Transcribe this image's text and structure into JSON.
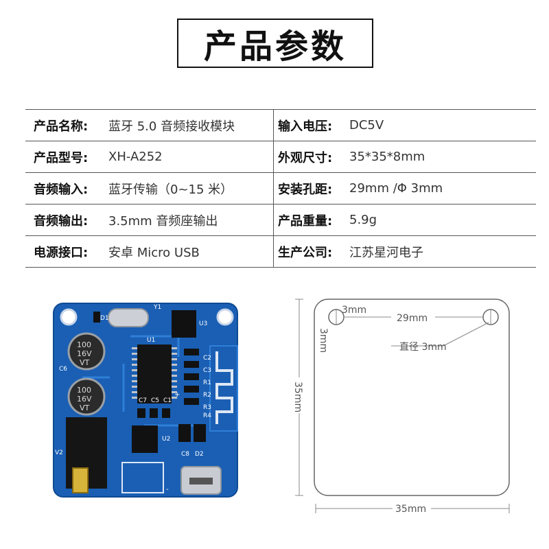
{
  "title": "产品参数",
  "specs": [
    {
      "k1": "产品名称:",
      "v1": "蓝牙 5.0 音频接收模块",
      "k2": "输入电压:",
      "v2": "DC5V"
    },
    {
      "k1": "产品型号:",
      "v1": "XH-A252",
      "k2": "外观尺寸:",
      "v2": "35*35*8mm"
    },
    {
      "k1": "音频输入:",
      "v1": "蓝牙传输（0~15 米）",
      "k2": "安装孔距:",
      "v2": "29mm /Φ 3mm"
    },
    {
      "k1": "音频输出:",
      "v1": "3.5mm 音频座输出",
      "k2": "产品重量:",
      "v2": "5.9g"
    },
    {
      "k1": "电源接口:",
      "v1": "安卓 Micro  USB",
      "k2": "生产公司:",
      "v2": "江苏星河电子"
    }
  ],
  "board": {
    "labels": {
      "cap1": "100",
      "cap1b": "16V",
      "cap1c": "VT",
      "cap2": "100",
      "cap2b": "16V",
      "cap2c": "VT",
      "y1": "Y1",
      "u1": "U1",
      "u2": "U2",
      "u3": "U3",
      "v2": "V2",
      "d2": "D2",
      "c8": "C8",
      "c1": "C1",
      "c2": "C2",
      "c3": "C3",
      "c5": "C5",
      "c6": "C6",
      "c7": "C7",
      "r1": "R1",
      "r2": "R2",
      "r3": "R3",
      "r4": "R4",
      "d1": "D1",
      "plus": "+",
      "minus": "-"
    },
    "colors": {
      "pcb": "#1a5fb4",
      "trace": "#2f7fd8",
      "silk": "#ffffff"
    }
  },
  "diagram": {
    "hole_diameter_label": "3mm",
    "hole_spacing_label": "29mm",
    "hole_callout": "直径 3mm",
    "height_label": "35mm",
    "width_label": "35mm"
  }
}
